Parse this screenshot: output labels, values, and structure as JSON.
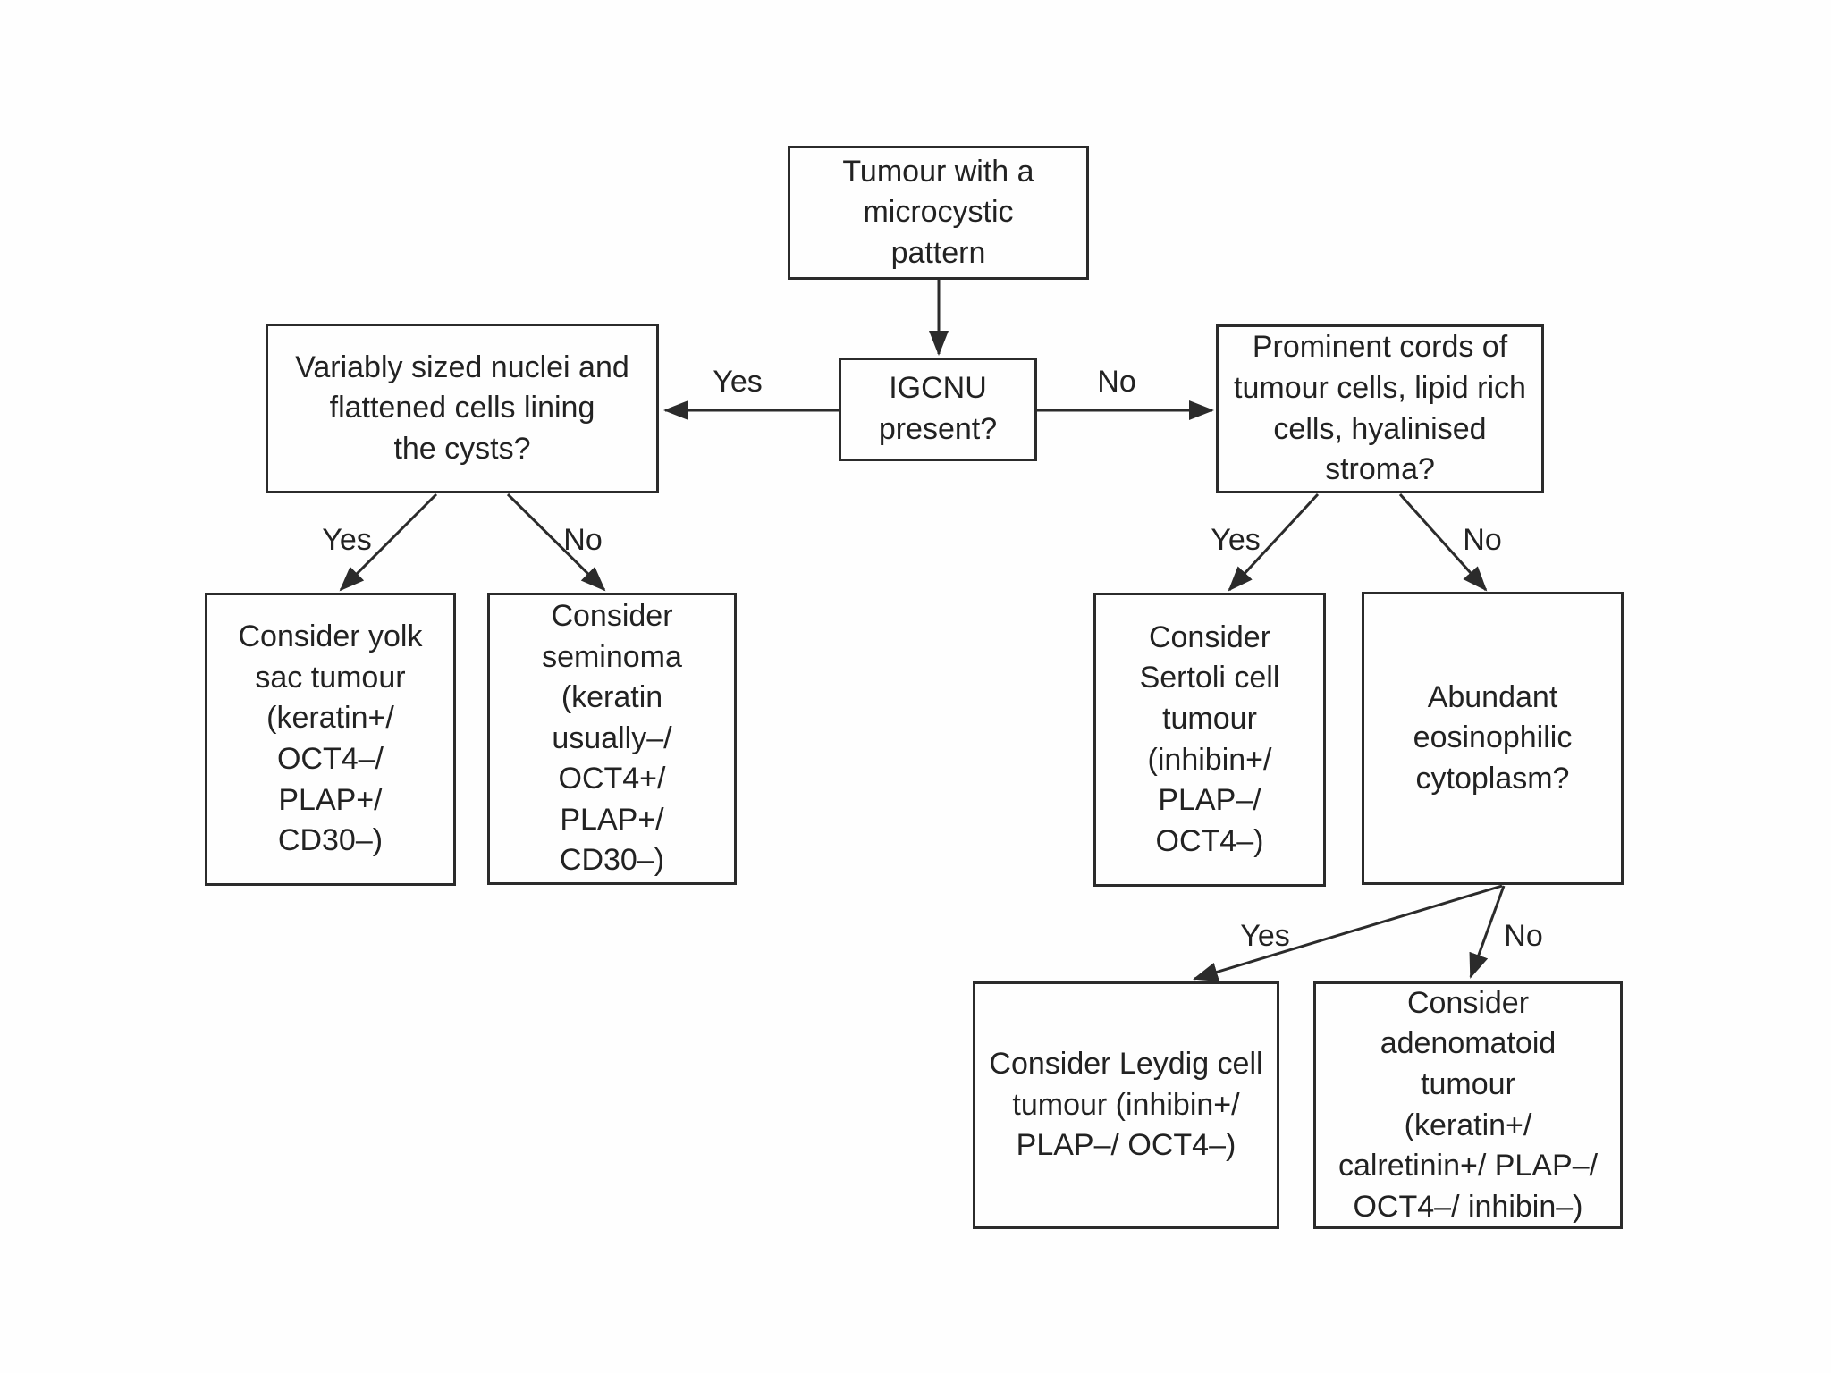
{
  "diagram": {
    "nodes": {
      "root": {
        "text": "Tumour with a\nmicrocystic\npattern"
      },
      "igcnu": {
        "text": "IGCNU\npresent?"
      },
      "left_question": {
        "text": "Variably sized nuclei and\nflattened cells lining\nthe cysts?"
      },
      "right_question": {
        "text": "Prominent cords of\ntumour cells, lipid rich\ncells, hyalinised\nstroma?"
      },
      "yolk_sac": {
        "text": "Consider yolk\nsac tumour\n(keratin+/\nOCT4–/\nPLAP+/\nCD30–)"
      },
      "seminoma": {
        "text": "Consider\nseminoma\n(keratin\nusually–/\nOCT4+/\nPLAP+/\nCD30–)"
      },
      "sertoli": {
        "text": "Consider\nSertoli cell\ntumour\n(inhibin+/\nPLAP–/\nOCT4–)"
      },
      "abundant": {
        "text": "Abundant\neosinophilic\ncytoplasm?"
      },
      "leydig": {
        "text": "Consider Leydig cell\ntumour (inhibin+/\nPLAP–/ OCT4–)"
      },
      "adenomatoid": {
        "text": "Consider\nadenomatoid\ntumour\n(keratin+/\ncalretinin+/ PLAP–/\nOCT4–/ inhibin–)"
      }
    },
    "edges": {
      "igcnu_yes": {
        "label": "Yes"
      },
      "igcnu_no": {
        "label": "No"
      },
      "leftq_yes": {
        "label": "Yes"
      },
      "leftq_no": {
        "label": "No"
      },
      "rightq_yes": {
        "label": "Yes"
      },
      "rightq_no": {
        "label": "No"
      },
      "abundant_yes": {
        "label": "Yes"
      },
      "abundant_no": {
        "label": "No"
      }
    },
    "colors": {
      "line": "#2b2b2b",
      "text": "#222222",
      "background": "#fefefe",
      "box_border": "#2b2b2b"
    }
  }
}
